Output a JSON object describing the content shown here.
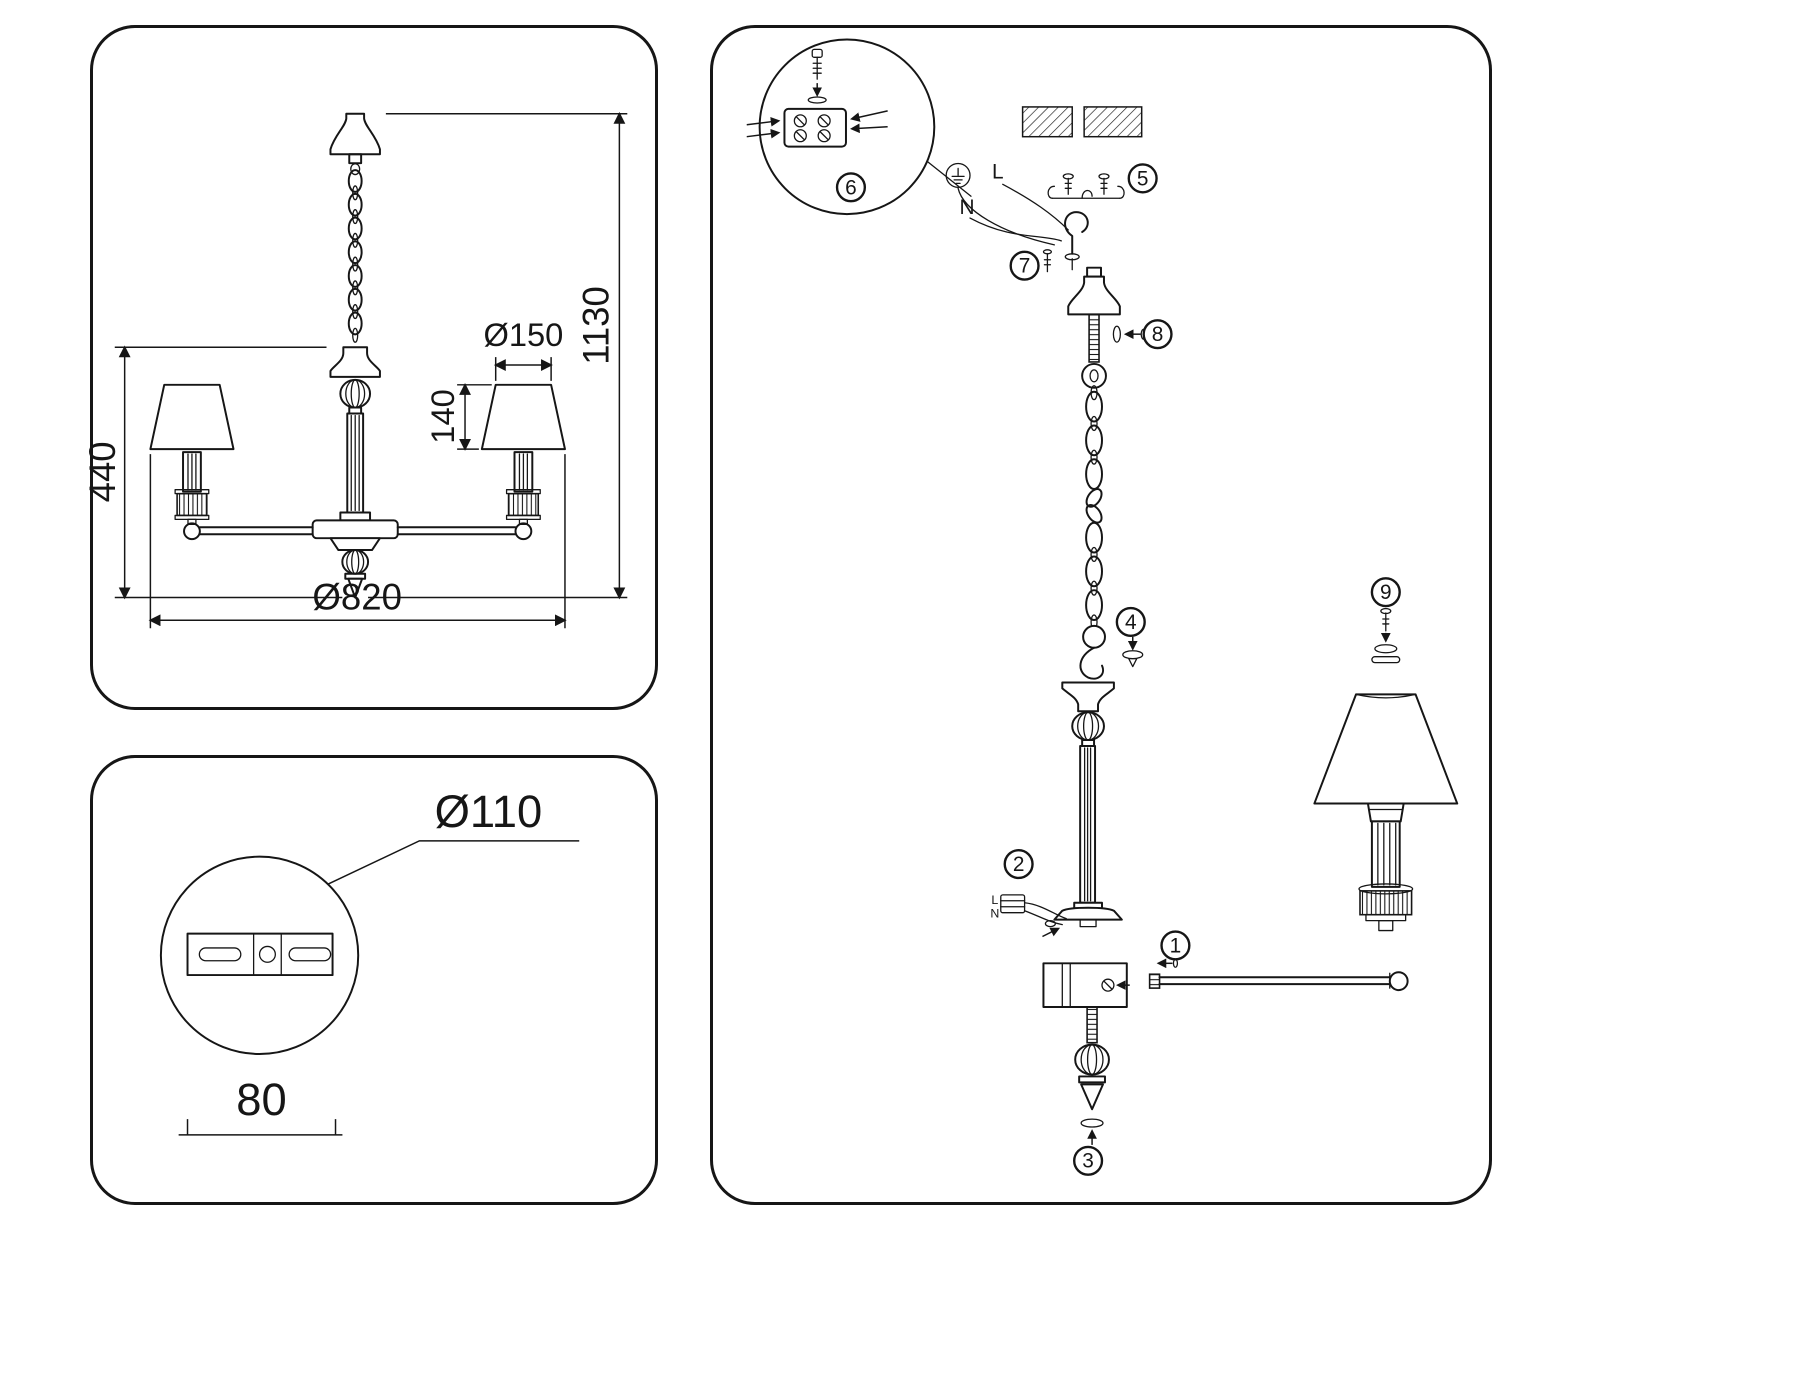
{
  "palette": {
    "line": "#161616",
    "background": "#ffffff"
  },
  "front_view": {
    "shade_diameter_label": "Ø150",
    "shade_height_label": "140",
    "overall_height_label": "1130",
    "body_height_label": "440",
    "overall_diameter_label": "Ø820"
  },
  "mount_view": {
    "plate_diameter_label": "Ø110",
    "hole_spacing_label": "80"
  },
  "assembly": {
    "steps": [
      "1",
      "2",
      "3",
      "4",
      "5",
      "6",
      "7",
      "8",
      "9"
    ],
    "ceiling_wires": {
      "live": "L",
      "neutral": "N"
    },
    "arm_wires": {
      "live": "L",
      "neutral": "N"
    }
  }
}
